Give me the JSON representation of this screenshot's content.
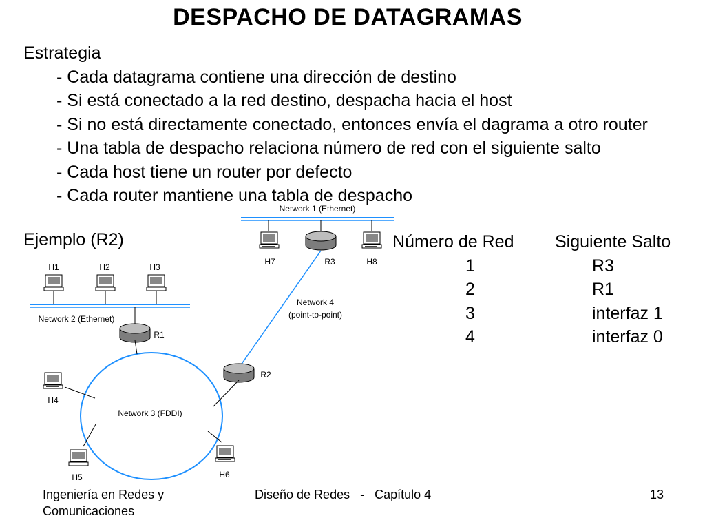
{
  "slide": {
    "title": "DESPACHO  DE  DATAGRAMAS",
    "strategy_heading": "Estrategia",
    "bullets": [
      "- Cada datagrama contiene una dirección de destino",
      "- Si está conectado a la red destino, despacha hacia el host",
      "- Si no está directamente conectado, entonces envía el dagrama a otro router",
      "- Una tabla de despacho relaciona número de red con el siguiente salto",
      "- Cada host tiene un router por defecto",
      "- Cada router mantiene una tabla de despacho"
    ],
    "example_label": "Ejemplo (R2)"
  },
  "routing_table": {
    "headers": [
      "Número de Red",
      "Siguiente Salto"
    ],
    "rows": [
      {
        "network": "1",
        "next_hop": "R3"
      },
      {
        "network": "2",
        "next_hop": "R1"
      },
      {
        "network": "3",
        "next_hop": "interfaz 1"
      },
      {
        "network": "4",
        "next_hop": "interfaz 0"
      }
    ]
  },
  "diagram": {
    "network1_label": "Network 1 (Ethernet)",
    "network2_label": "Network 2 (Ethernet)",
    "network3_label": "Network 3 (FDDI)",
    "network4_label_1": "Network 4",
    "network4_label_2": "(point-to-point)",
    "hosts": {
      "h1": "H1",
      "h2": "H2",
      "h3": "H3",
      "h4": "H4",
      "h5": "H5",
      "h6": "H6",
      "h7": "H7",
      "h8": "H8"
    },
    "routers": {
      "r1": "R1",
      "r2": "R2",
      "r3": "R3"
    },
    "line_color": "#1E90FF"
  },
  "footer": {
    "left_line1": "Ingeniería en Redes y",
    "left_line2": "Comunicaciones",
    "center": "Diseño de Redes   -   Capítulo 4",
    "page_number": "13"
  }
}
